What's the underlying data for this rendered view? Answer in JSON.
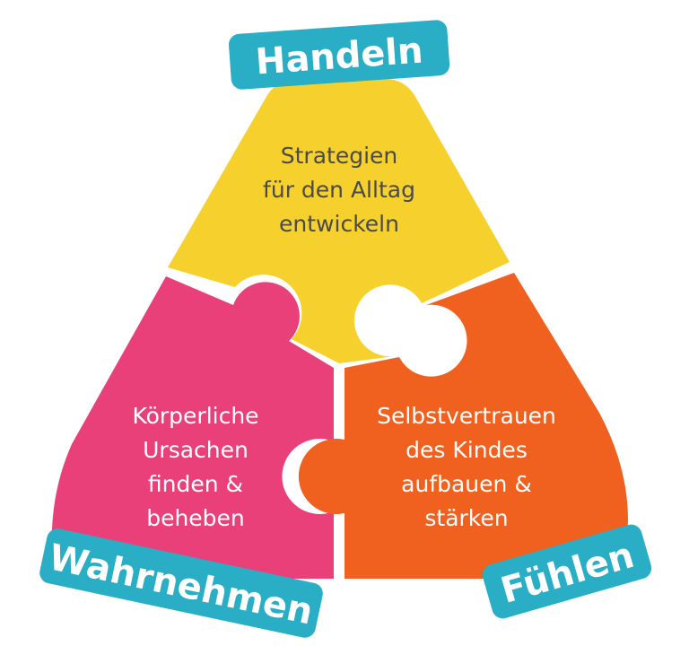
{
  "colors": {
    "yellow": "#F6D12E",
    "pink": "#E9407A",
    "orange": "#F0601E",
    "teal": "#2AAEC6",
    "dark_text": "#4a4a4a"
  },
  "labels": {
    "top": "Handeln",
    "left": "Wahrnehmen",
    "right": "Fühlen"
  },
  "pieces": {
    "yellow": [
      "Strategien",
      "für den Alltag",
      "entwickeln"
    ],
    "pink": [
      "Körperliche",
      "Ursachen",
      "finden &",
      "beheben"
    ],
    "orange": [
      "Selbstvertrauen",
      "des Kindes",
      "aufbauen &",
      "stärken"
    ]
  }
}
